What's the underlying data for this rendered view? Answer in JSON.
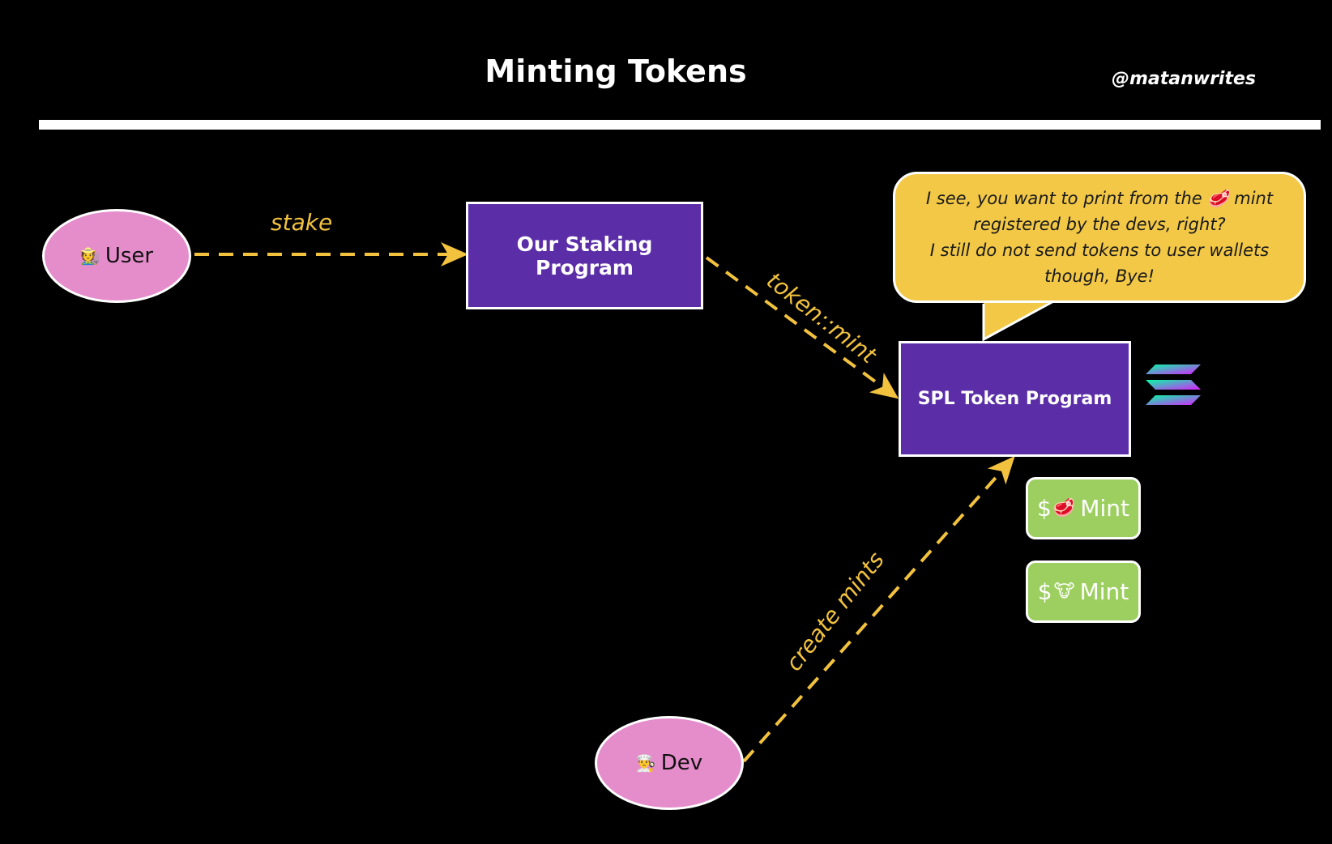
{
  "header": {
    "title": "Minting Tokens",
    "handle": "@matanwrites"
  },
  "nodes": {
    "user": {
      "emoji": "🧑‍🌾",
      "label": "User"
    },
    "dev": {
      "emoji": "👨‍🍳",
      "label": "Dev"
    },
    "staking_program": {
      "label": "Our Staking Program"
    },
    "spl_token_program": {
      "label": "SPL Token Program"
    },
    "mints": [
      {
        "prefix": "$",
        "emoji": "🥩",
        "label": "Mint"
      },
      {
        "prefix": "$",
        "emoji": "🐮",
        "label": "Mint"
      }
    ]
  },
  "edges": {
    "stake": "stake",
    "token_mint": "token::mint",
    "create_mints": "create mints"
  },
  "speech_bubble": {
    "line1_before": "I see, you want to print from the",
    "line1_emoji": "🥩",
    "line1_after": "mint",
    "line2": "registered by the devs, right?",
    "line3": "I still do not send tokens to user wallets",
    "line4": "though, Bye!"
  },
  "icons": {
    "solana_logo": "solana-logo-icon"
  },
  "colors": {
    "background": "#000000",
    "ellipse_fill": "#e58ccb",
    "program_box_fill": "#5b2ea8",
    "mint_fill": "#9ccf5f",
    "arrow": "#f2c23f",
    "bubble_fill": "#f2c846"
  }
}
